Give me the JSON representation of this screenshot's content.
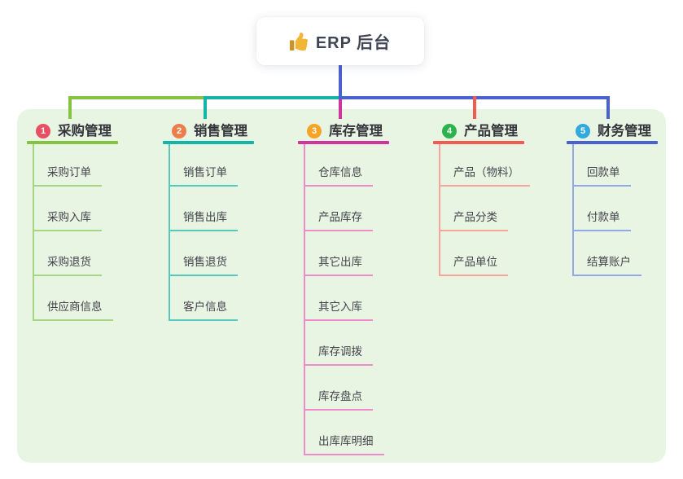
{
  "root": {
    "label": "ERP 后台",
    "icon": "thumbs-up-icon"
  },
  "connector_colors": {
    "root_stem": "#4c60cf",
    "bus_left": "#85c440",
    "bus_mid": "#12b5a8",
    "bus_right": "#4a62d0",
    "icon_gold": "#f2b636",
    "icon_cuff": "#c9932e"
  },
  "branches": [
    {
      "num": "1",
      "title": "采购管理",
      "badge_color": "#e94f63",
      "line_color": "#85c440",
      "child_line_color": "#a6d584",
      "children": [
        "采购订单",
        "采购入库",
        "采购退货",
        "供应商信息"
      ]
    },
    {
      "num": "2",
      "title": "销售管理",
      "badge_color": "#ee7d4c",
      "line_color": "#12b5a8",
      "child_line_color": "#55c9bd",
      "children": [
        "销售订单",
        "销售出库",
        "销售退货",
        "客户信息"
      ]
    },
    {
      "num": "3",
      "title": "库存管理",
      "badge_color": "#f7a426",
      "line_color": "#d0359d",
      "child_line_color": "#ef8bcb",
      "children": [
        "仓库信息",
        "产品库存",
        "其它出库",
        "其它入库",
        "库存调拨",
        "库存盘点",
        "出库库明细"
      ]
    },
    {
      "num": "4",
      "title": "产品管理",
      "badge_color": "#2db34e",
      "line_color": "#f25b52",
      "child_line_color": "#f9a39e",
      "children": [
        "产品（物料）",
        "产品分类",
        "产品单位"
      ]
    },
    {
      "num": "5",
      "title": "财务管理",
      "badge_color": "#32a9dc",
      "line_color": "#4a62d0",
      "child_line_color": "#94a8e8",
      "children": [
        "回款单",
        "付款单",
        "结算账户"
      ]
    }
  ]
}
